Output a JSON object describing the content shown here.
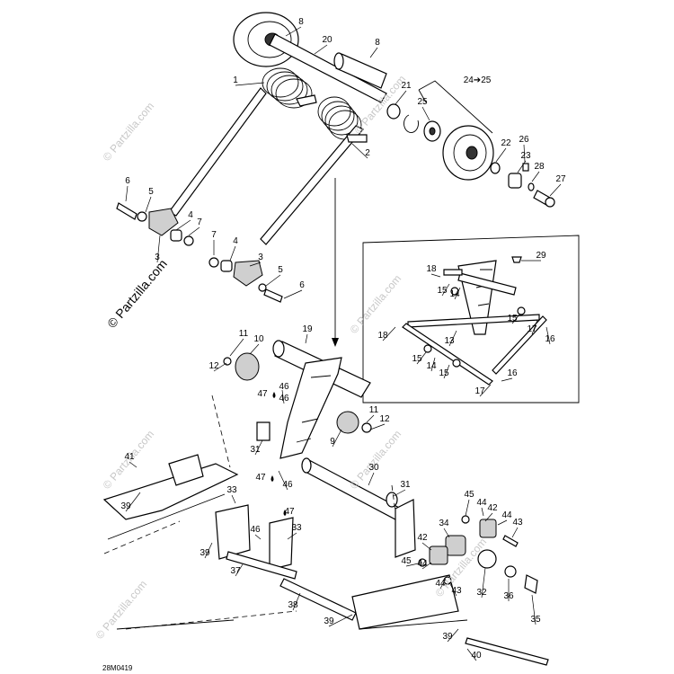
{
  "diagram": {
    "labels": [
      "1",
      "2",
      "3",
      "4",
      "5",
      "6",
      "7",
      "8",
      "9",
      "10",
      "11",
      "12",
      "13",
      "14",
      "15",
      "16",
      "17",
      "18",
      "19",
      "20",
      "21",
      "22",
      "23",
      "24➔25",
      "25",
      "26",
      "27",
      "28",
      "29",
      "30",
      "31",
      "32",
      "33",
      "34",
      "35",
      "36",
      "37",
      "38",
      "39",
      "40",
      "41",
      "42",
      "43",
      "44",
      "45",
      "46",
      "47"
    ],
    "watermark": "© Partzilla.com",
    "watermark_main": "© Partzilla.com",
    "drawing_code": "28M0419"
  }
}
